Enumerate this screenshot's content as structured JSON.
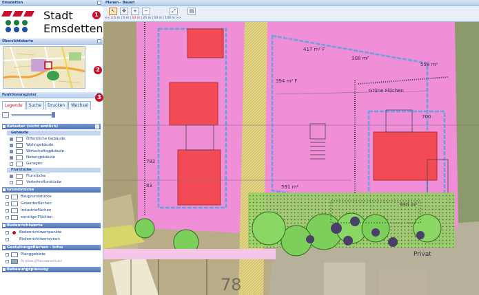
{
  "logo_panel": {
    "title": "Emsdetten",
    "city_line1": "Stadt",
    "city_line2": "Emsdetten",
    "badge": "1"
  },
  "overview_panel": {
    "title": "Übersichtskarte",
    "badge": "2"
  },
  "function_panel": {
    "title": "Funktionsregister",
    "badge": "3",
    "tabs": [
      "Legende",
      "Suche",
      "Drucken",
      "Wechsel"
    ],
    "active_tab": "Legende"
  },
  "legend": {
    "kataster": {
      "label": "Kataster (nicht amtlich)",
      "gebaeude_label": "Gebäude",
      "gebaeude_items": [
        "Öffentliche Gebäude",
        "Wohngebäude",
        "Wirtschaftsgebäude",
        "Nebengebäude",
        "Garagen"
      ],
      "flurstuecke_label": "Flurstücke",
      "flurstuecke_items": [
        "Flurstücke",
        "Verkehrsflurstücke"
      ]
    },
    "grundstuecke": {
      "label": "Grundstücke",
      "items": [
        "Baugrundstücke",
        "Gewerbeflächen",
        "Industrieflächen",
        "sonstige Flächen"
      ]
    },
    "bodenrichtwerte": {
      "label": "Bodenrichtwerte",
      "items": [
        "Bodenrichtwertpunkte",
        "Bodenrichtwertzonen"
      ]
    },
    "gestaltung": {
      "label": "Gestaltungsflächen - Infos",
      "items": [
        "Planggebiete",
        "Ausbau/Wasserschutz"
      ]
    },
    "bebauungsplanung": {
      "label": "Bebauungsplanung"
    }
  },
  "map_panel": {
    "title": "Planen - Bauen",
    "scale_parts": [
      "<< 2.5 m",
      "5 m",
      "10 m",
      "25 m",
      "50 m",
      "100 m >>"
    ],
    "scale_active": "10 m",
    "labels": {
      "area1": "417 m² F",
      "area2": "308 m²",
      "area3": "558 m²",
      "area4": "394 m² F",
      "area5": "591 m²",
      "area6": "930 m²",
      "street": "Grüne Flächen",
      "num700": "700",
      "num782": "782",
      "num83": "83",
      "num78": "78",
      "private": "Privat"
    }
  },
  "colors": {
    "header": "#b8cfee",
    "accent": "#c8102e",
    "pink": "#f08ed8",
    "building": "#f24b55",
    "green": "#7ccf5a"
  }
}
